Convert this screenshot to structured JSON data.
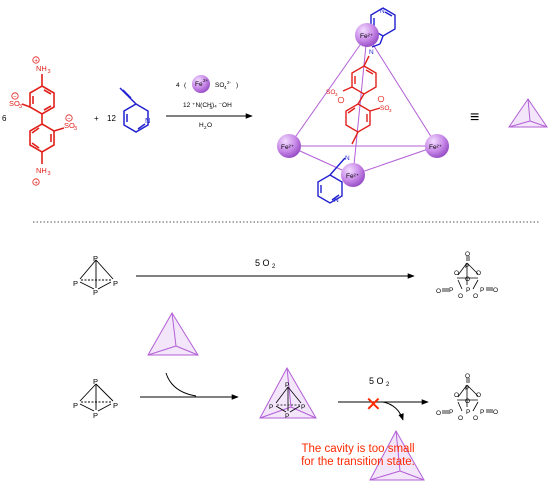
{
  "reaction1": {
    "coef_ligand": "6",
    "plus1": "+",
    "coef_aldehyde": "12",
    "nh3": "NH",
    "nh3_sub": "3",
    "so3": "SO",
    "so3_sub": "3",
    "aldehyde_n": "N",
    "reagent_count": "4",
    "open_paren": "(",
    "close_paren": ")",
    "reagent_ion": "Fe",
    "reagent_ion_charge": "2+",
    "reagent_anion": "SO",
    "reagent_anion_sub": "4",
    "reagent_anion_charge": "2-",
    "reagent_base": "12 ⁺N(CH",
    "reagent_base_sub": "3",
    "reagent_base_end": ")₄ ⁻OH",
    "solvent": "H",
    "solvent_sub": "2",
    "solvent_end": "O",
    "product_fe_label": "Fe²⁺",
    "imine_n": "N",
    "equals": "≡"
  },
  "reaction2": {
    "reagent": "5 O",
    "reagent_sub": "2",
    "p": "P",
    "o": "O"
  },
  "reaction3": {
    "reagent": "5 O",
    "reagent_sub": "2",
    "blocked_mark": "✕",
    "note_line1": "The cavity is too small",
    "note_line2": "for the transition state."
  },
  "colors": {
    "cage": "#b35fd6",
    "sphere": "#c98ae8",
    "ligand": "#e0201b",
    "aldehyde": "#1f1fd0",
    "warning": "#ff2a00"
  }
}
